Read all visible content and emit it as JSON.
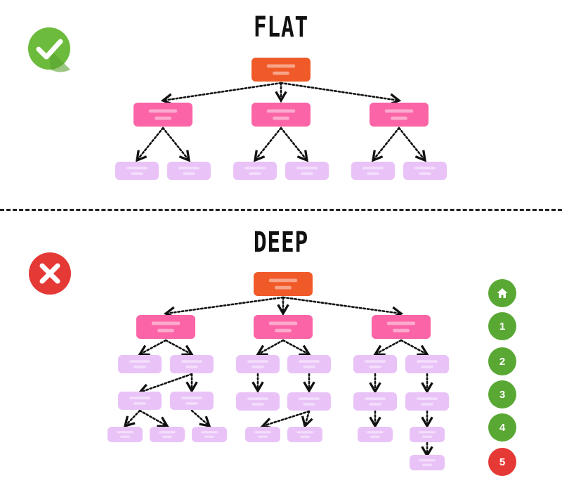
{
  "flat": {
    "title": "FLAT",
    "verdict_icon": "check-icon",
    "verdict_color": "#6cbb3c"
  },
  "deep": {
    "title": "DEEP",
    "verdict_icon": "x-icon",
    "verdict_color": "#e53935"
  },
  "colors": {
    "root": "#f05a28",
    "level1": "#fb64a6",
    "level2": "#e9c3f7",
    "step_ok": "#5aa834",
    "step_bad": "#e53935"
  },
  "depth_steps": [
    {
      "label": "",
      "icon": "home-icon",
      "status": "ok"
    },
    {
      "label": "1",
      "status": "ok"
    },
    {
      "label": "2",
      "status": "ok"
    },
    {
      "label": "3",
      "status": "ok"
    },
    {
      "label": "4",
      "status": "ok"
    },
    {
      "label": "5",
      "status": "bad"
    }
  ]
}
